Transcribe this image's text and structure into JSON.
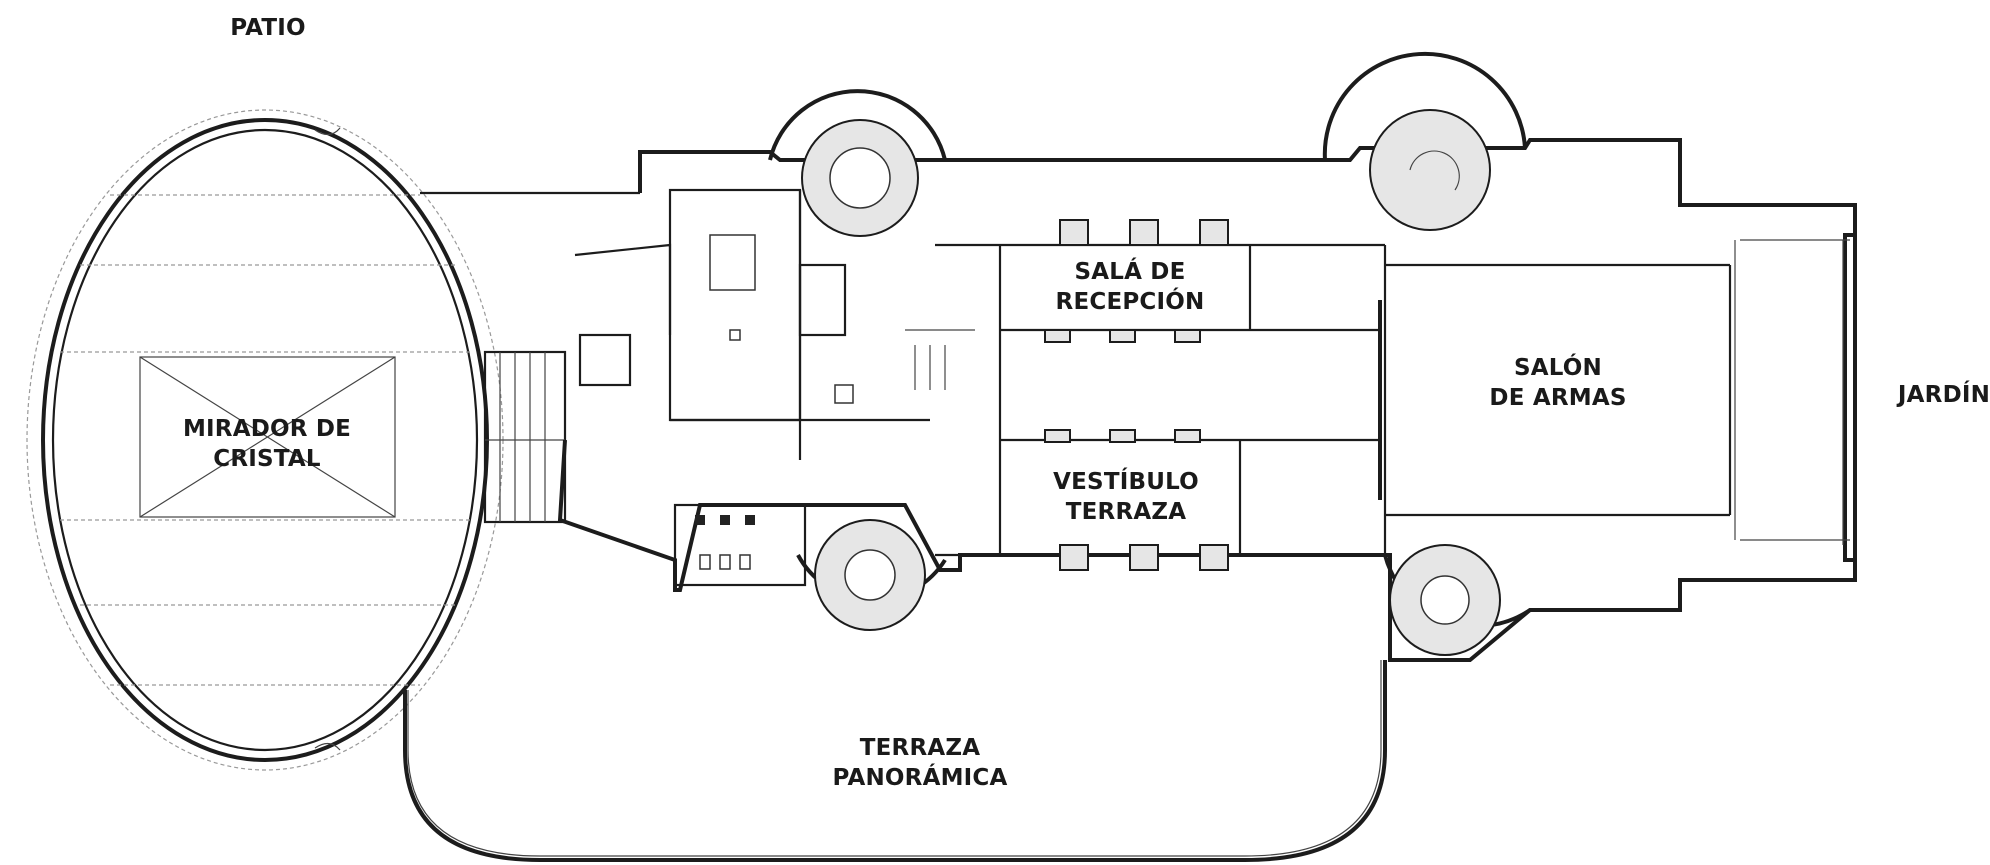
{
  "labels": {
    "patio": "PATIO",
    "jardin": "JARDÍN",
    "mirador": [
      "MIRADOR DE",
      "CRISTAL"
    ],
    "sala_recepcion": [
      "SALÁ DE",
      "RECEPCIÓN"
    ],
    "vestibulo": [
      "VESTÍBULO",
      "TERRAZA"
    ],
    "salon_armas": [
      "SALÓN",
      "DE ARMAS"
    ],
    "terraza": [
      "TERRAZA",
      "PANORÁMICA"
    ]
  }
}
